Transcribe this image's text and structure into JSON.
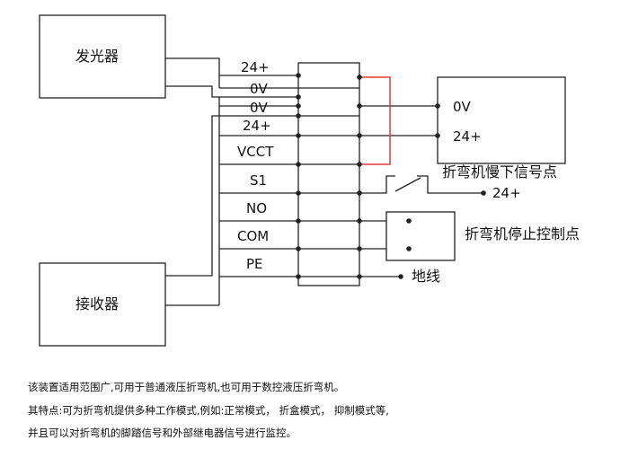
{
  "devices": {
    "emitter": "发光器",
    "receiver": "接收器"
  },
  "terminals": [
    "24+",
    "0V",
    "0V",
    "24+",
    "VCCT",
    "S1",
    "NO",
    "COM",
    "PE"
  ],
  "slowdown_box": {
    "pin1": "0V",
    "pin2": "24+"
  },
  "labels": {
    "slowdown": "折弯机慢下信号点",
    "switch_supply": "24+",
    "stop": "折弯机停止控制点",
    "ground": "地线"
  },
  "notes": [
    "该装置适用范围广,可用于普通液压折弯机,也可用于数控液压折弯机。",
    "其特点:可为折弯机提供多种工作模式,例如:正常模式， 折盒模式， 抑制模式等,",
    "并且可以对折弯机的脚踏信号和外部继电器信号进行监控。"
  ],
  "colors": {
    "jumper": "#e53935",
    "line": "#222222"
  }
}
